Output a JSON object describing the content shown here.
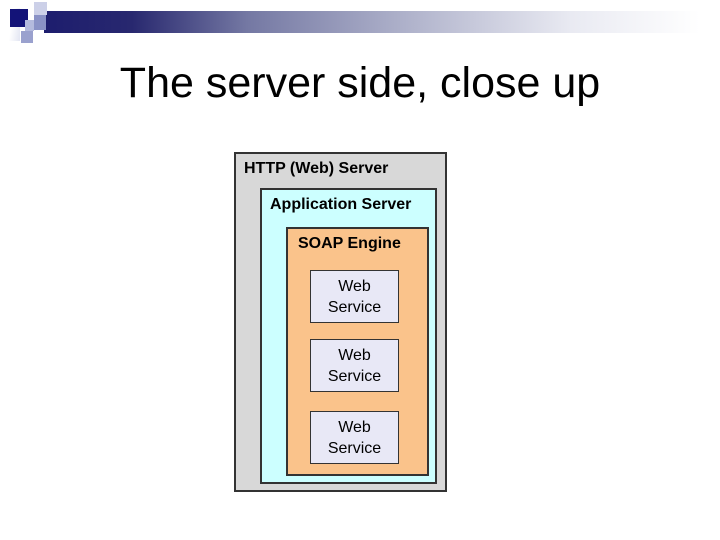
{
  "slide": {
    "title": "The server side, close up"
  },
  "diagram": {
    "http_server": {
      "label": "HTTP (Web) Server"
    },
    "app_server": {
      "label": "Application Server"
    },
    "soap_engine": {
      "label": "SOAP Engine"
    },
    "web_services": [
      {
        "label": "Web\nService"
      },
      {
        "label": "Web\nService"
      },
      {
        "label": "Web\nService"
      }
    ]
  },
  "decoration": {
    "gradient_bar_start_color": "#1d1d6e",
    "gradient_bar_end_color": "#ffffff",
    "navy_square_color": "#131378"
  },
  "colors": {
    "http_server_fill": "#d8d8d8",
    "app_server_fill": "#ccffff",
    "soap_engine_fill": "#fac38b",
    "web_service_fill": "#e8e8f6",
    "box_border": "#333333",
    "title_text": "#000000"
  }
}
